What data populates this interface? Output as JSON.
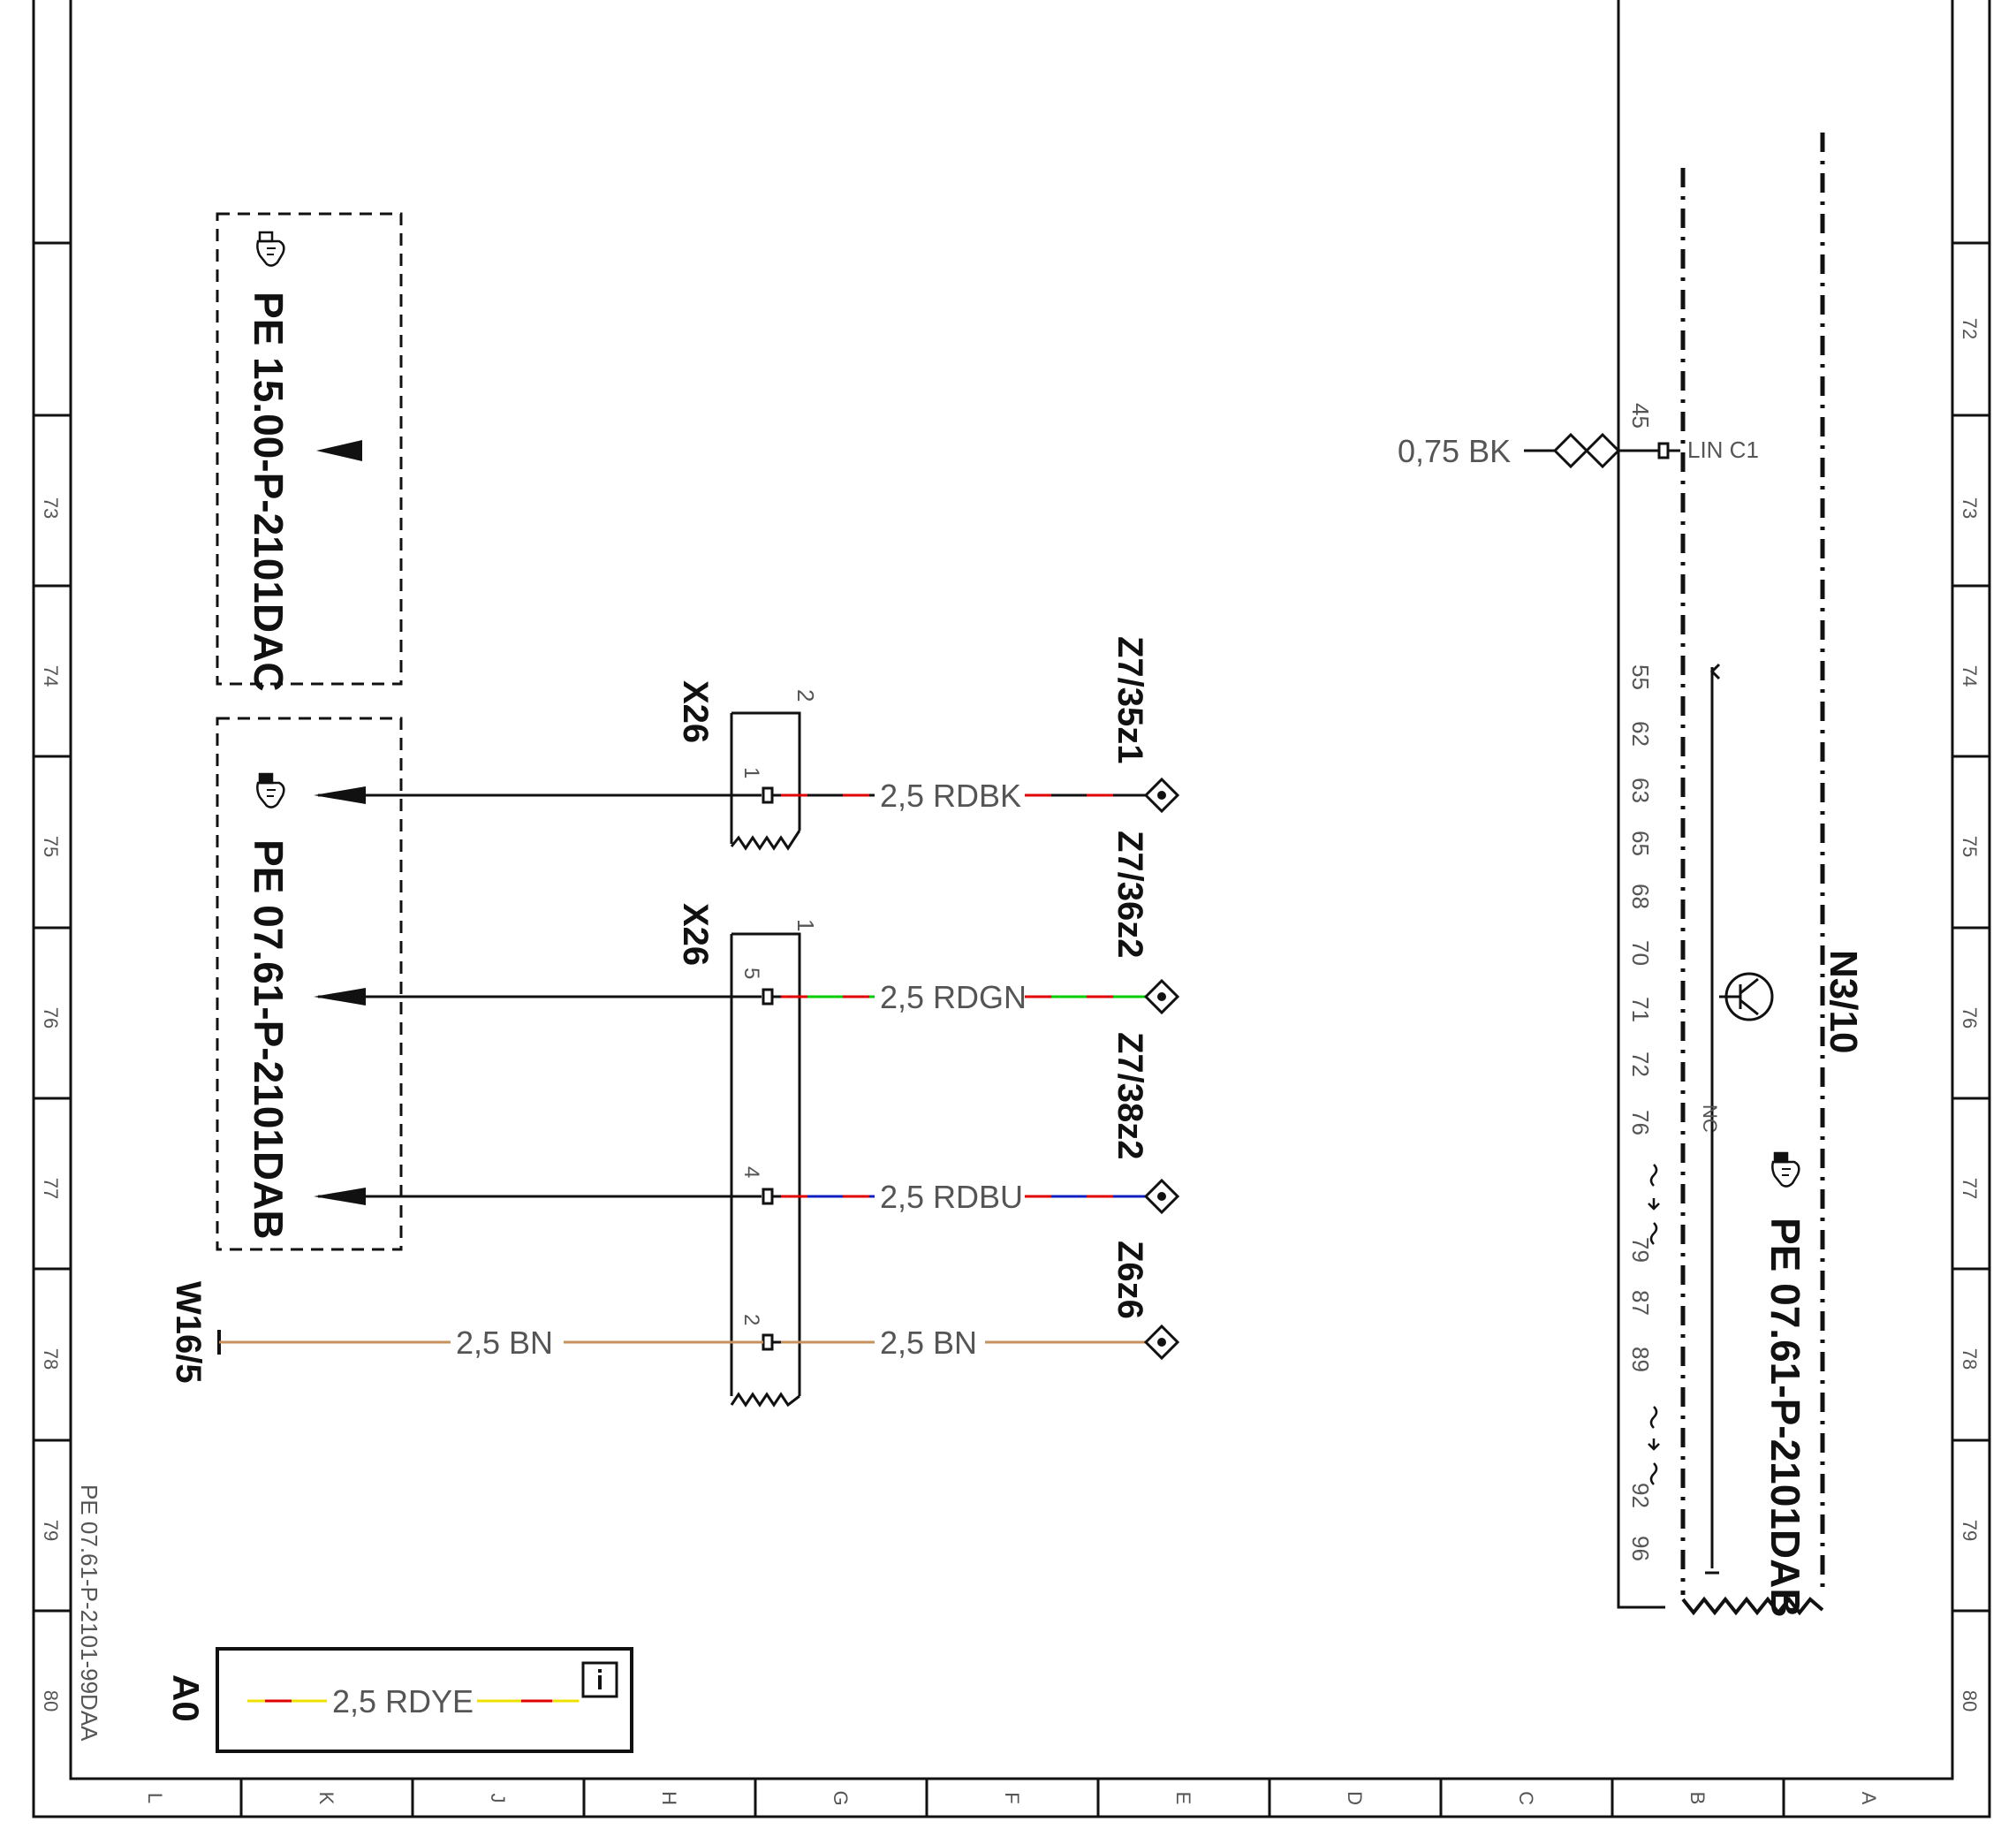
{
  "sheet_id": "PE 07.61-P-2101-99DAA",
  "grid": {
    "row_numbers": [
      "72",
      "73",
      "74",
      "75",
      "76",
      "77",
      "78",
      "79",
      "80"
    ],
    "col_letters": [
      "L",
      "K",
      "J",
      "H",
      "G",
      "F",
      "E",
      "D",
      "C",
      "B",
      "A"
    ]
  },
  "references": {
    "ref_upper": "PE 15.00-P-2101DAC",
    "ref_lower": "PE 07.61-P-2101DAB",
    "ref_module": "PE 07.61-P-2101DAB"
  },
  "connectors": {
    "x26_a": {
      "name": "X26",
      "pin_top": "2",
      "pin": "1"
    },
    "x26_b": {
      "name": "X26",
      "pin_top": "1",
      "pins": [
        "5",
        "4",
        "2"
      ]
    }
  },
  "wires": [
    {
      "label": "2,5 RDBK",
      "colors": [
        "#e00000",
        "#111111"
      ],
      "node": "Z7/35z1"
    },
    {
      "label": "2,5 RDGN",
      "colors": [
        "#e00000",
        "#00cc00"
      ],
      "node": "Z7/36z2"
    },
    {
      "label": "2,5 RDBU",
      "colors": [
        "#e00000",
        "#1020c0"
      ],
      "node": "Z7/38z2"
    },
    {
      "label": "2,5 BN",
      "colors": [
        "#c8905a"
      ],
      "node": "Z6z6"
    }
  ],
  "ground": {
    "name": "W16/5",
    "label": "2,5 BN",
    "color": "#c8905a"
  },
  "lin": {
    "wire": "0,75 BK",
    "pin": "45",
    "label": "LIN C1"
  },
  "module": {
    "name": "N3/10",
    "pins": [
      "55",
      "62",
      "63",
      "65",
      "68",
      "70",
      "71",
      "72",
      "76",
      "79",
      "87",
      "89",
      "92",
      "96"
    ],
    "nc_label": "NC"
  },
  "legend": {
    "code": "A0",
    "label": "2,5 RDYE",
    "colors": [
      "#e00000",
      "#f0e000"
    ],
    "info_icon": "info-icon"
  }
}
